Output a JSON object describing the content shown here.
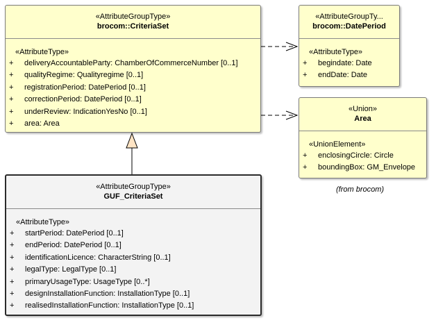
{
  "criteria_set": {
    "stereotype": "«AttributeGroupType»",
    "name": "brocom::CriteriaSet",
    "section_stereotype": "«AttributeType»",
    "attributes": [
      {
        "vis": "+",
        "text": "deliveryAccountableParty: ChamberOfCommerceNumber [0..1]"
      },
      {
        "vis": "+",
        "text": "qualityRegime: Qualityregime [0..1]"
      },
      {
        "vis": "+",
        "text": "registrationPeriod: DatePeriod [0..1]"
      },
      {
        "vis": "+",
        "text": "correctionPeriod: DatePeriod [0..1]"
      },
      {
        "vis": "+",
        "text": "underReview: IndicationYesNo [0..1]"
      },
      {
        "vis": "+",
        "text": "area: Area"
      }
    ]
  },
  "date_period": {
    "stereotype": "«AttributeGroupTy...",
    "name": "brocom::DatePeriod",
    "section_stereotype": "«AttributeType»",
    "attributes": [
      {
        "vis": "+",
        "text": "begindate: Date"
      },
      {
        "vis": "+",
        "text": "endDate: Date"
      }
    ]
  },
  "area": {
    "stereotype": "«Union»",
    "name": "Area",
    "section_stereotype": "«UnionElement»",
    "attributes": [
      {
        "vis": "+",
        "text": "enclosingCircle: Circle"
      },
      {
        "vis": "+",
        "text": "boundingBox: GM_Envelope"
      }
    ],
    "note": "(from brocom)"
  },
  "guf_criteria_set": {
    "stereotype": "«AttributeGroupType»",
    "name": "GUF_CriteriaSet",
    "section_stereotype": "«AttributeType»",
    "attributes": [
      {
        "vis": "+",
        "text": "startPeriod: DatePeriod [0..1]"
      },
      {
        "vis": "+",
        "text": "endPeriod: DatePeriod [0..1]"
      },
      {
        "vis": "+",
        "text": "identificationLicence: CharacterString [0..1]"
      },
      {
        "vis": "+",
        "text": "legalType: LegalType [0..1]"
      },
      {
        "vis": "+",
        "text": "primaryUsageType: UsageType [0..*]"
      },
      {
        "vis": "+",
        "text": "designInstallationFunction: InstallationType [0..1]"
      },
      {
        "vis": "+",
        "text": "realisedInstallationFunction: InstallationType [0..1]"
      }
    ]
  },
  "colors": {
    "class_fill": "#ffffcc",
    "selected_fill": "#f3f3f3",
    "line": "#000000"
  }
}
